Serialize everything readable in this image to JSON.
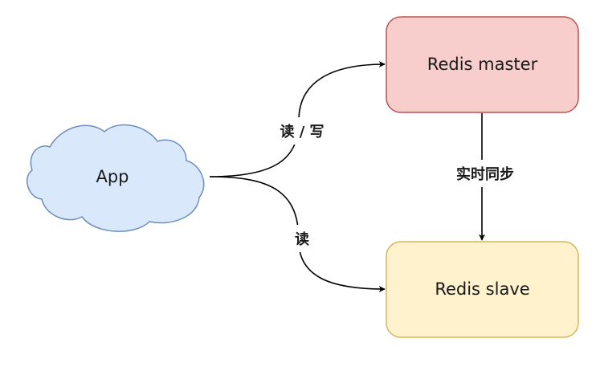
{
  "diagram": {
    "nodes": {
      "app": {
        "label": "App",
        "fill": "#dae8fc",
        "stroke": "#6c8ebf"
      },
      "master": {
        "label": "Redis master",
        "fill": "#f8cecc",
        "stroke": "#b85450"
      },
      "slave": {
        "label": "Redis slave",
        "fill": "#fff2cc",
        "stroke": "#d6b656"
      }
    },
    "edges": {
      "app_to_master": {
        "label": "读 / 写"
      },
      "app_to_slave": {
        "label": "读"
      },
      "master_to_slave": {
        "label": "实时同步"
      }
    },
    "edge_color": "#000000"
  }
}
